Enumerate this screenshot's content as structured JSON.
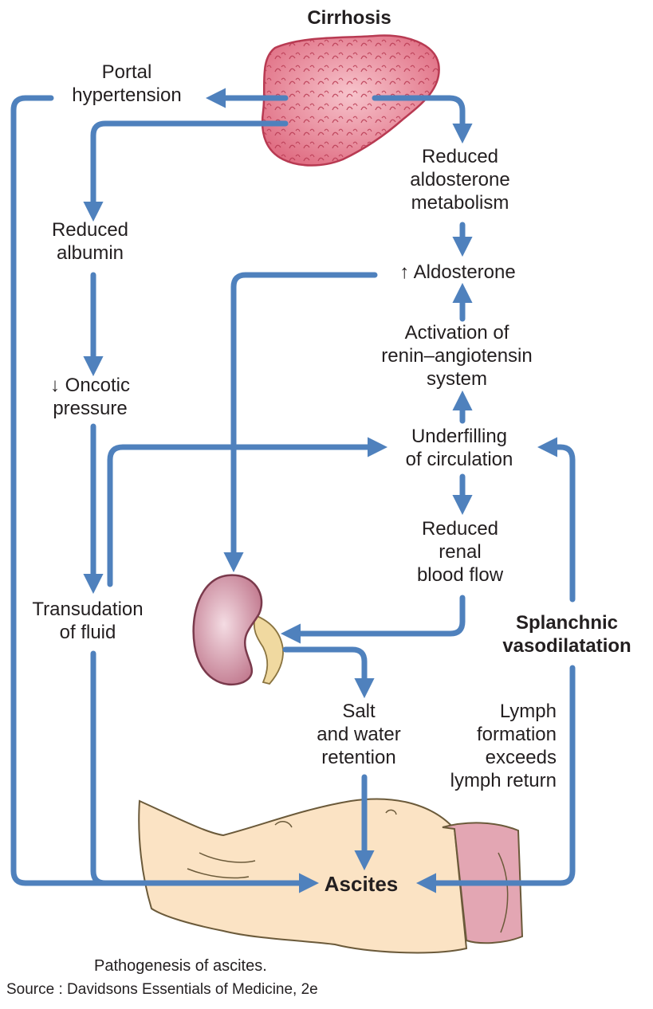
{
  "title": "Cirrhosis",
  "nodes": {
    "portal_hypertension": [
      "Portal",
      "hypertension"
    ],
    "reduced_aldosterone_metabolism": [
      "Reduced",
      "aldosterone",
      "metabolism"
    ],
    "reduced_albumin": [
      "Reduced",
      "albumin"
    ],
    "increased_aldosterone": "↑ Aldosterone",
    "activation_ras": [
      "Activation of",
      "renin–angiotensin",
      "system"
    ],
    "oncotic_pressure": [
      "↓ Oncotic",
      "pressure"
    ],
    "underfilling": [
      "Underfilling",
      "of circulation"
    ],
    "reduced_renal_flow": [
      "Reduced",
      "renal",
      "blood flow"
    ],
    "transudation": [
      "Transudation",
      "of fluid"
    ],
    "splanchnic": [
      "Splanchnic",
      "vasodilatation"
    ],
    "salt_water": [
      "Salt",
      "and water",
      "retention"
    ],
    "lymph": [
      "Lymph",
      "formation",
      "exceeds",
      "lymph return"
    ],
    "ascites": "Ascites"
  },
  "caption": "Pathogenesis of ascites.",
  "source": "Source : Davidsons Essentials of Medicine, 2e",
  "colors": {
    "arrow": "#4f81bd",
    "liver": "#e8788a",
    "kidney": "#b86b7e",
    "abdomen": "#fbe3c4"
  }
}
